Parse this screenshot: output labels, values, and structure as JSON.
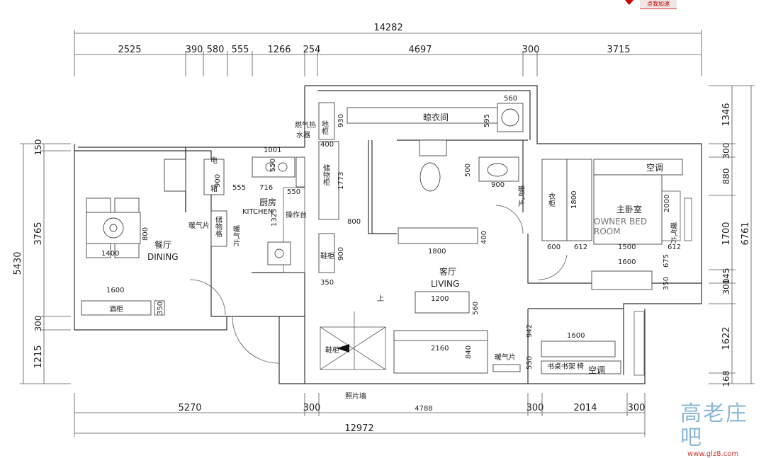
{
  "header": {
    "badge_text": "点我加速"
  },
  "dims_top": {
    "total": "14282",
    "segments": [
      "2525",
      "390",
      "580",
      "555",
      "1266",
      "254",
      "4697",
      "300",
      "3715"
    ]
  },
  "dims_bottom": {
    "total": "12972",
    "segments": [
      "5270",
      "300",
      "4788",
      "300",
      "2014",
      "300"
    ]
  },
  "dims_left": {
    "total": "5430",
    "segments": [
      "150",
      "3765",
      "300",
      "1215"
    ]
  },
  "dims_right": {
    "total": "6761",
    "segments": [
      "1346",
      "300",
      "880",
      "1700",
      "300",
      "145",
      "1622",
      "168"
    ]
  },
  "rooms": {
    "dining": {
      "zh": "餐厅",
      "en": "DINING"
    },
    "kitchen": {
      "zh": "厨房",
      "en": "KITCHEN"
    },
    "living": {
      "zh": "客厅",
      "en": "LIVING"
    },
    "master": {
      "zh": "主卧室",
      "en_line1": "OWNER BED",
      "en_line2": "ROOM"
    },
    "drying": {
      "zh": "晾衣间"
    }
  },
  "labels": {
    "gas_heater_1": "燃气热",
    "gas_heater_2": "水器",
    "floor_cabinet": "地柜",
    "storage_cabinet": "储物柜",
    "electric_box": "电",
    "box": "箱",
    "storage_grid": "储物格",
    "radiator_stack": "暖气片",
    "radiator": "暖气片",
    "prep_counter": "操作台",
    "shoe_cabinet": "鞋柜",
    "wine_cabinet": "酒柜",
    "wardrobe": "衣柜",
    "ac_top": "空调",
    "ac_bottom": "空调",
    "up": "上",
    "photo_wall": "照片墙",
    "shoe_cabinet_2": "鞋柜",
    "desk_shelf": "书桌书架",
    "chair_label": "椅"
  },
  "inner_dims": {
    "k1001": "1001",
    "k550": "550",
    "k555": "555",
    "k716": "716",
    "k550b": "550",
    "k1325": "1325",
    "k900": "900",
    "k800": "800",
    "d1400": "1400",
    "d800": "800",
    "d1600": "1600",
    "d350": "350",
    "c930": "930",
    "c400": "400",
    "c1773": "1773",
    "c800": "800",
    "c900": "900",
    "c350": "350",
    "l560": "560",
    "l595": "595",
    "b500": "500",
    "b900": "900",
    "t1800": "1800",
    "t400": "400",
    "w1800": "1800",
    "m2000": "2000",
    "m600": "600",
    "m612a": "612",
    "m1500": "1500",
    "m612b": "612",
    "m1600": "1600",
    "m675": "675",
    "m350": "350",
    "l1200": "1200",
    "l560b": "560",
    "s2160": "2160",
    "s840": "840",
    "r942": "942",
    "r1600": "1600",
    "r550": "550"
  },
  "watermark": {
    "brand": "高老庄吧",
    "url": "www.glz8.com"
  }
}
